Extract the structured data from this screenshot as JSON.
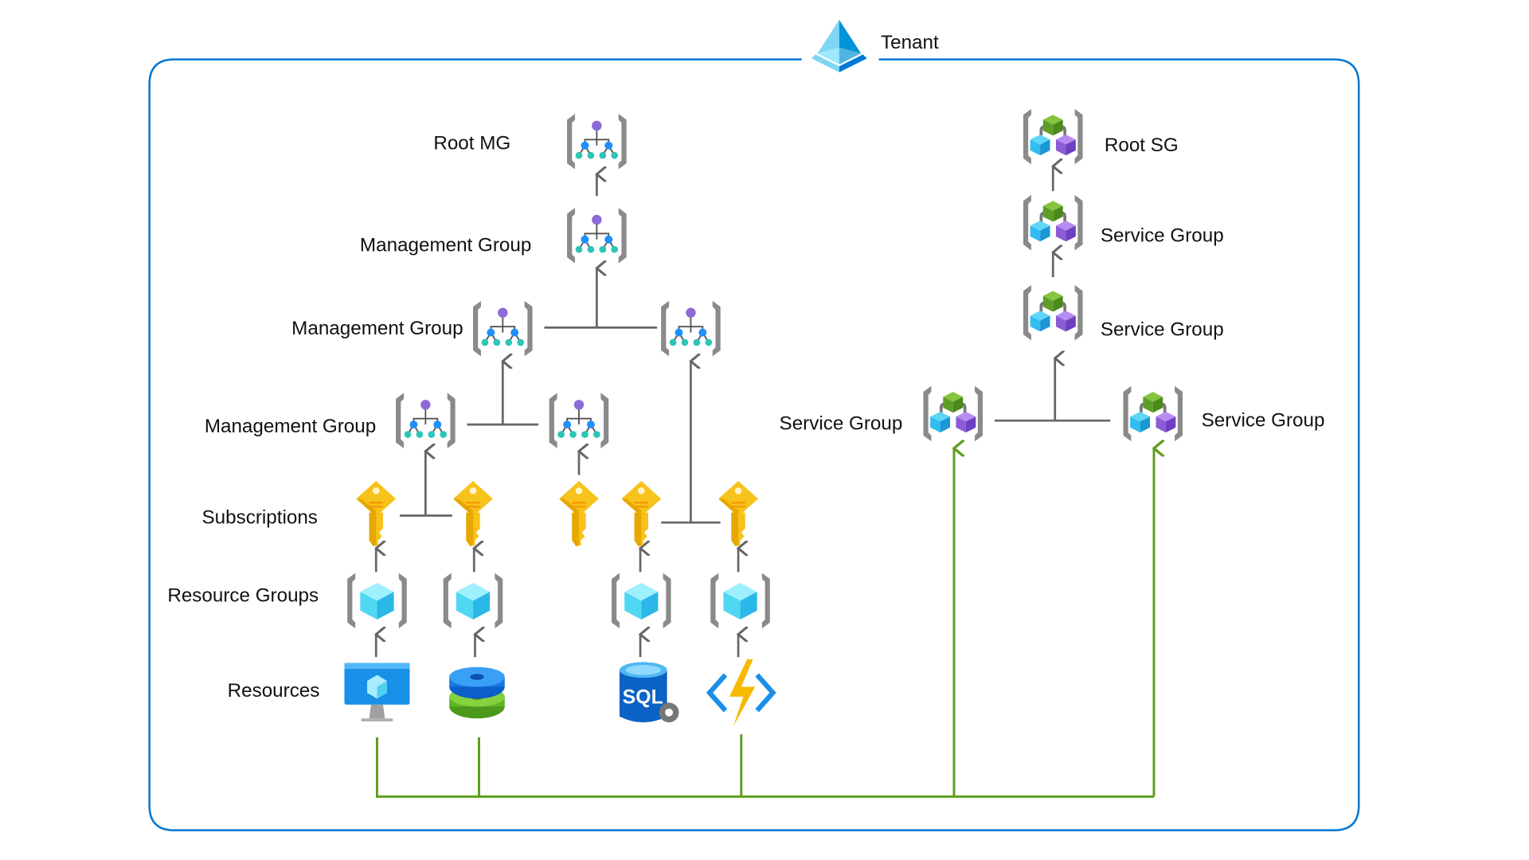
{
  "tenant": {
    "label": "Tenant",
    "border_color": "#0078d4"
  },
  "management_groups": {
    "root_label": "Root MG",
    "level1_label": "Management Group",
    "level2_label": "Management Group",
    "level3_label": "Management Group"
  },
  "subscriptions_label": "Subscriptions",
  "resource_groups_label": "Resource Groups",
  "resources_label": "Resources",
  "resources": {
    "sql_text": "SQL"
  },
  "service_groups": {
    "root_label": "Root SG",
    "level1_label": "Service Group",
    "level2_label": "Service Group",
    "left_label": "Service Group",
    "right_label": "Service Group"
  },
  "colors": {
    "hierarchy_lines": "#666666",
    "service_group_links": "#5c9e1f"
  }
}
